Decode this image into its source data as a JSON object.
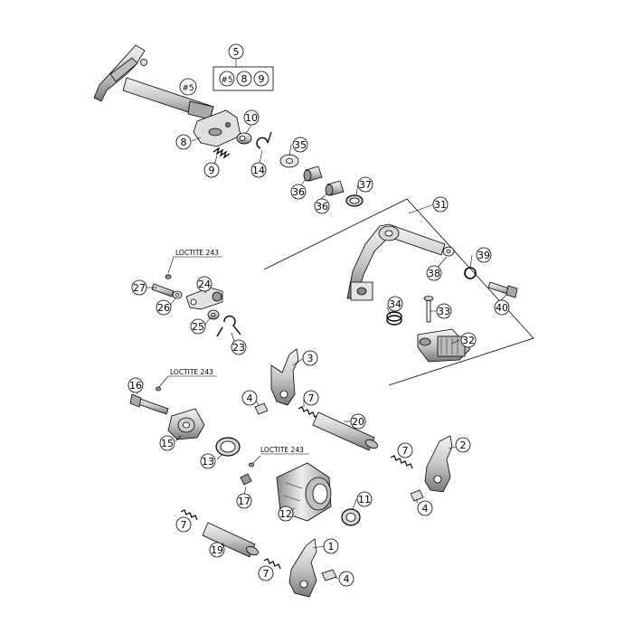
{
  "diagram": {
    "kit": {
      "top_label": "5",
      "members": [
        "#5",
        "8",
        "9"
      ]
    },
    "callouts": {
      "c_5_shaft": "#5",
      "c_8": "8",
      "c_9": "9",
      "c_10": "10",
      "c_14": "14",
      "c_35": "35",
      "c_36a": "36",
      "c_36b": "36",
      "c_37": "37",
      "c_31": "31",
      "c_39": "39",
      "c_38": "38",
      "c_40": "40",
      "c_34": "34",
      "c_33": "33",
      "c_32": "32",
      "c_27": "27",
      "c_24": "24",
      "c_26": "26",
      "c_25": "25",
      "c_23": "23",
      "c_3": "3",
      "c_4a": "4",
      "c_7a": "7",
      "c_16": "16",
      "c_15": "15",
      "c_20": "20",
      "c_7b": "7",
      "c_2": "2",
      "c_13": "13",
      "c_17": "17",
      "c_12": "12",
      "c_11": "11",
      "c_4b": "4",
      "c_7c": "7",
      "c_19": "19",
      "c_1": "1",
      "c_7d": "7",
      "c_4c": "4"
    },
    "loctite": [
      "LOCTITE 243",
      "LOCTITE 243",
      "LOCTITE 243"
    ]
  },
  "colors": {
    "line": "#000000",
    "part_fill": "#d9d9d9",
    "part_dark": "#8a8a8a",
    "part_light": "#f2f2f2"
  }
}
